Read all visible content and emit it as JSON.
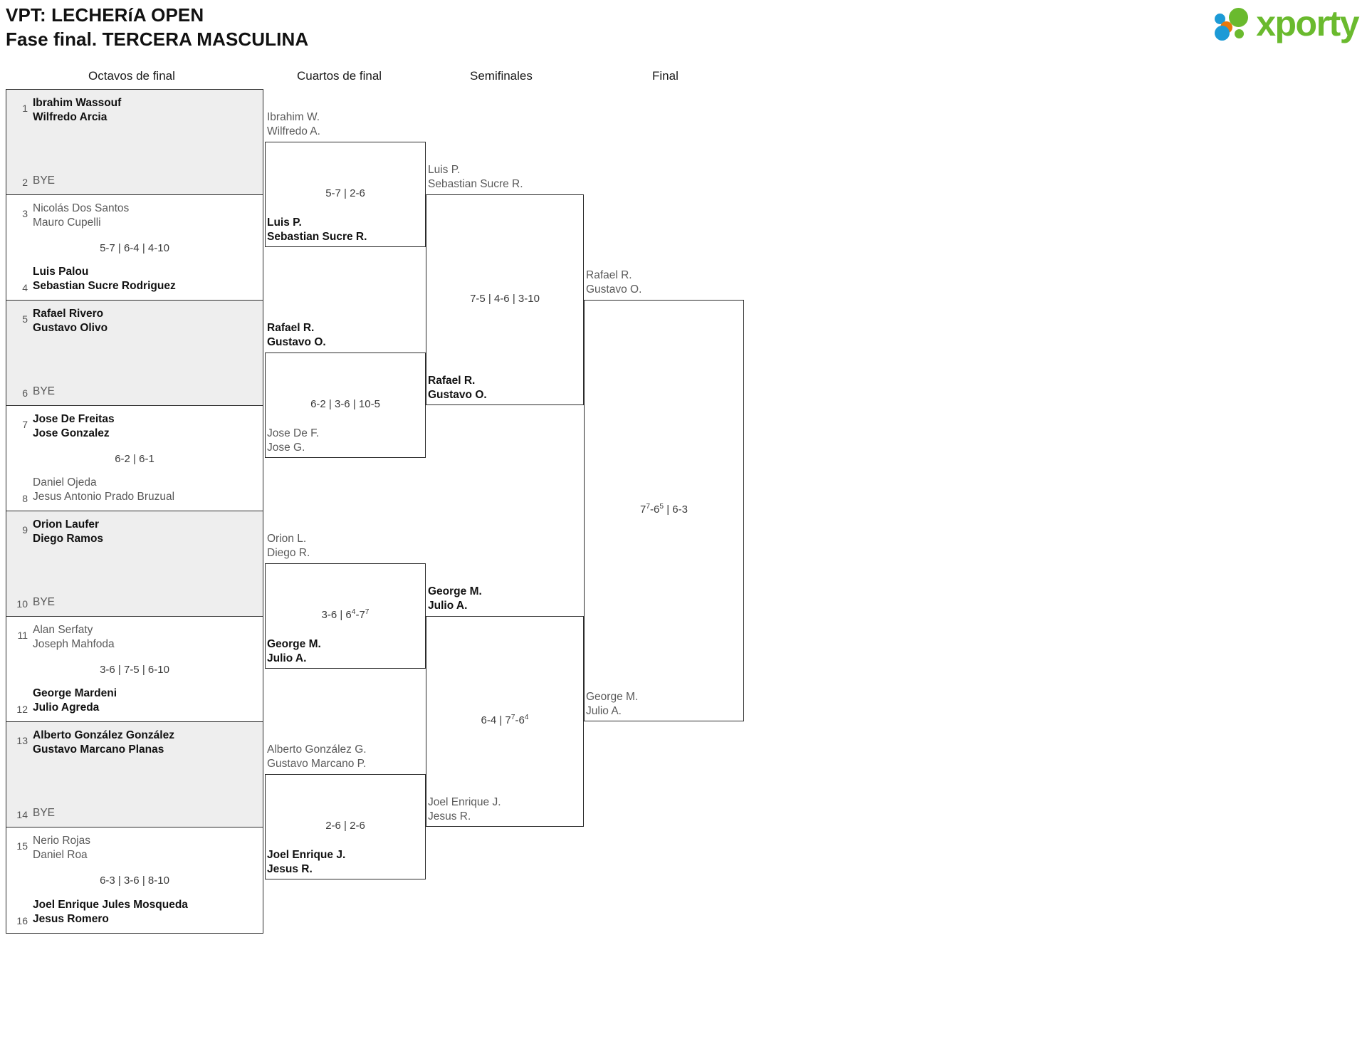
{
  "header": {
    "title_line1": "VPT: LECHERíA OPEN",
    "title_line2": "Fase final. TERCERA MASCULINA",
    "logo_text": "xporty",
    "logo_colors": {
      "green": "#6aba2e",
      "blue": "#1c9ad6",
      "orange": "#e8780c"
    }
  },
  "rounds": [
    {
      "label": "Octavos de final"
    },
    {
      "label": "Cuartos de final"
    },
    {
      "label": "Semifinales"
    },
    {
      "label": "Final"
    }
  ],
  "round1": [
    {
      "top": {
        "seed": "1",
        "line1": "Ibrahim Wassouf",
        "line2": "Wilfredo Arcia",
        "winner": true
      },
      "bottom": {
        "seed": "2",
        "line1": "BYE",
        "line2": "",
        "winner": false,
        "bye": true
      },
      "score": "",
      "shaded": true
    },
    {
      "top": {
        "seed": "3",
        "line1": "Nicolás Dos Santos",
        "line2": "Mauro Cupelli",
        "winner": false
      },
      "bottom": {
        "seed": "4",
        "line1": "Luis Palou",
        "line2": "Sebastian Sucre Rodriguez",
        "winner": true
      },
      "score": "5-7 | 6-4 | 4-10",
      "shaded": false
    },
    {
      "top": {
        "seed": "5",
        "line1": "Rafael Rivero",
        "line2": "Gustavo Olivo",
        "winner": true
      },
      "bottom": {
        "seed": "6",
        "line1": "BYE",
        "line2": "",
        "winner": false,
        "bye": true
      },
      "score": "",
      "shaded": true
    },
    {
      "top": {
        "seed": "7",
        "line1": "Jose De Freitas",
        "line2": "Jose Gonzalez",
        "winner": true
      },
      "bottom": {
        "seed": "8",
        "line1": "Daniel Ojeda",
        "line2": "Jesus Antonio Prado Bruzual",
        "winner": false
      },
      "score": "6-2 | 6-1",
      "shaded": false
    },
    {
      "top": {
        "seed": "9",
        "line1": "Orion Laufer",
        "line2": "Diego Ramos",
        "winner": true
      },
      "bottom": {
        "seed": "10",
        "line1": "BYE",
        "line2": "",
        "winner": false,
        "bye": true
      },
      "score": "",
      "shaded": true
    },
    {
      "top": {
        "seed": "11",
        "line1": "Alan Serfaty",
        "line2": "Joseph Mahfoda",
        "winner": false
      },
      "bottom": {
        "seed": "12",
        "line1": "George Mardeni",
        "line2": "Julio Agreda",
        "winner": true
      },
      "score": "3-6 | 7-5 | 6-10",
      "shaded": false
    },
    {
      "top": {
        "seed": "13",
        "line1": "Alberto González González",
        "line2": "Gustavo Marcano Planas",
        "winner": true
      },
      "bottom": {
        "seed": "14",
        "line1": "BYE",
        "line2": "",
        "winner": false,
        "bye": true
      },
      "score": "",
      "shaded": true
    },
    {
      "top": {
        "seed": "15",
        "line1": "Nerio Rojas",
        "line2": "Daniel Roa",
        "winner": false
      },
      "bottom": {
        "seed": "16",
        "line1": "Joel Enrique Jules Mosqueda",
        "line2": "Jesus Romero",
        "winner": true
      },
      "score": "6-3 | 3-6 | 8-10",
      "shaded": false
    }
  ],
  "round2": [
    {
      "top": {
        "line1": "Ibrahim W.",
        "line2": "Wilfredo A.",
        "winner": false
      },
      "bottom": {
        "line1": "Luis P.",
        "line2": "Sebastian Sucre R.",
        "winner": true
      },
      "score_html": "5-7 | 2-6",
      "score_text": "5-7 | 2-6"
    },
    {
      "top": {
        "line1": "Rafael R.",
        "line2": "Gustavo O.",
        "winner": true
      },
      "bottom": {
        "line1": "Jose De F.",
        "line2": "Jose G.",
        "winner": false
      },
      "score_html": "6-2 | 3-6 | 10-5",
      "score_text": "6-2 | 3-6 | 10-5"
    },
    {
      "top": {
        "line1": "Orion L.",
        "line2": "Diego R.",
        "winner": false
      },
      "bottom": {
        "line1": "George M.",
        "line2": "Julio A.",
        "winner": true
      },
      "score_html": "3-6 | 6<sup>4</sup>-7<sup>7</sup>",
      "score_text": "3-6 | 6(4)-7(7)"
    },
    {
      "top": {
        "line1": "Alberto González G.",
        "line2": "Gustavo Marcano P.",
        "winner": false
      },
      "bottom": {
        "line1": "Joel Enrique J.",
        "line2": "Jesus R.",
        "winner": true
      },
      "score_html": "2-6 | 2-6",
      "score_text": "2-6 | 2-6"
    }
  ],
  "round3": [
    {
      "top": {
        "line1": "Luis P.",
        "line2": "Sebastian Sucre R.",
        "winner": false
      },
      "bottom": {
        "line1": "Rafael R.",
        "line2": "Gustavo O.",
        "winner": true
      },
      "score_html": "7-5 | 4-6 | 3-10",
      "score_text": "7-5 | 4-6 | 3-10"
    },
    {
      "top": {
        "line1": "George M.",
        "line2": "Julio A.",
        "winner": true
      },
      "bottom": {
        "line1": "Joel Enrique J.",
        "line2": "Jesus R.",
        "winner": false
      },
      "score_html": "6-4 | 7<sup>7</sup>-6<sup>4</sup>",
      "score_text": "6-4 | 7(7)-6(4)"
    }
  ],
  "round4": [
    {
      "top": {
        "line1": "Rafael R.",
        "line2": "Gustavo O.",
        "winner": false
      },
      "bottom": {
        "line1": "George M.",
        "line2": "Julio A.",
        "winner": false
      },
      "score_html": "7<sup>7</sup>-6<sup>5</sup> | 6-3",
      "score_text": "7(7)-6(5) | 6-3"
    }
  ]
}
